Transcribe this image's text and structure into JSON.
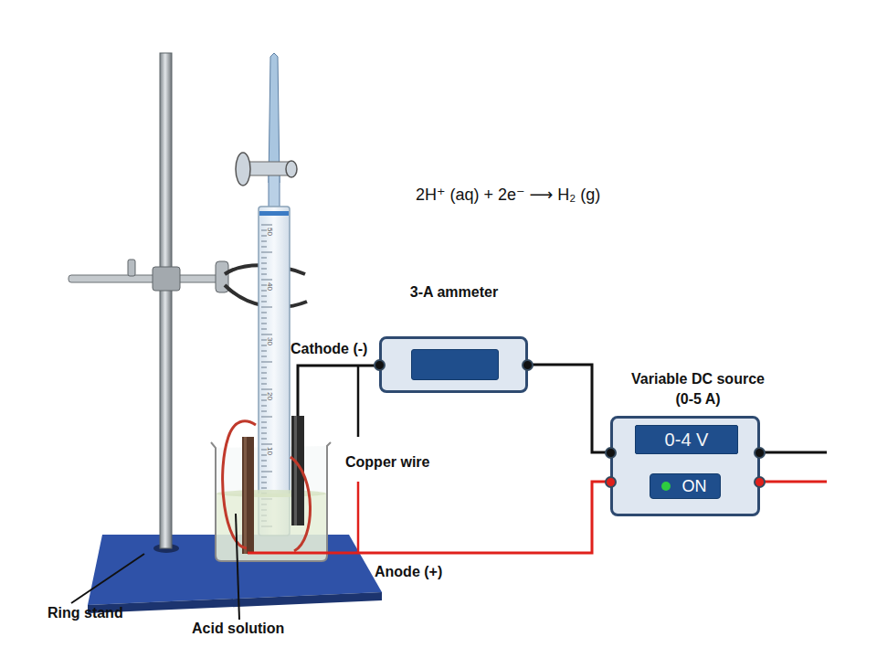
{
  "diagram": {
    "nodes": [
      {
        "text": [
          "3-A ammeter"
        ]
      },
      {
        "text": [
          "Variable DC source (0-5 A)"
        ]
      },
      {
        "text": [
          "0-4 V"
        ],
        "in": 1
      },
      {
        "text": [
          "ON"
        ],
        "in": 1
      }
    ],
    "edges": [
      {
        "from": 0,
        "to": 1,
        "arrow": "none"
      }
    ],
    "labels": [
      "2H⁺ (aq) + 2e⁻ ⟶ H₂ (g)",
      "50",
      "40",
      "30",
      "20",
      "10",
      "Cathode (-)",
      "Copper wire",
      "Anode (+)",
      "Ring stand",
      "Acid solution"
    ]
  }
}
